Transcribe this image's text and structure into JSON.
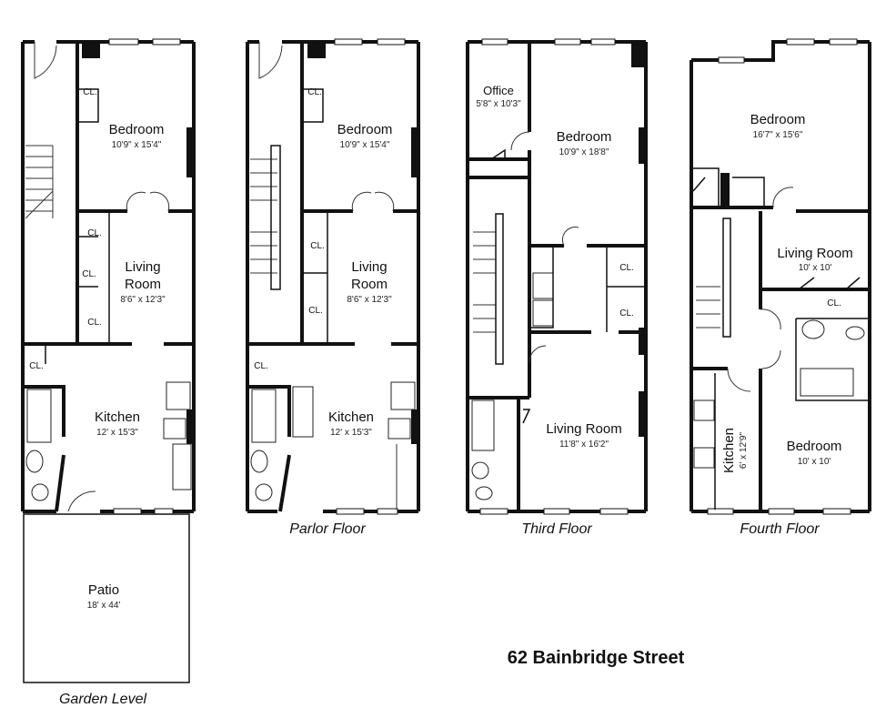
{
  "address": "62 Bainbridge Street",
  "floors": [
    {
      "caption": "Garden Level",
      "closet": "CL.",
      "rooms": [
        {
          "name": "Bedroom",
          "dims": "10'9\" x 15'4\""
        },
        {
          "name": "Living",
          "name2": "Room",
          "dims": "8'6\" x 12'3\""
        },
        {
          "name": "Kitchen",
          "dims": "12' x 15'3\""
        },
        {
          "name": "Patio",
          "dims": "18' x 44'"
        }
      ]
    },
    {
      "caption": "Parlor Floor",
      "closet": "CL.",
      "rooms": [
        {
          "name": "Bedroom",
          "dims": "10'9\" x 15'4\""
        },
        {
          "name": "Living",
          "name2": "Room",
          "dims": "8'6\" x 12'3\""
        },
        {
          "name": "Kitchen",
          "dims": "12' x 15'3\""
        }
      ]
    },
    {
      "caption": "Third Floor",
      "closet": "CL.",
      "rooms": [
        {
          "name": "Office",
          "dims": "5'8\" x 10'3\""
        },
        {
          "name": "Bedroom",
          "dims": "10'9\" x 18'8\""
        },
        {
          "name": "Living Room",
          "dims": "11'8\" x 16'2\""
        }
      ]
    },
    {
      "caption": "Fourth Floor",
      "closet": "CL.",
      "rooms": [
        {
          "name": "Bedroom",
          "dims": "16'7\" x 15'6\""
        },
        {
          "name": "Living Room",
          "dims": "10' x 10'"
        },
        {
          "name": "Bedroom",
          "dims": "10' x 10'"
        },
        {
          "name": "Kitchen",
          "dims": "6' x 12'9\""
        }
      ]
    }
  ]
}
